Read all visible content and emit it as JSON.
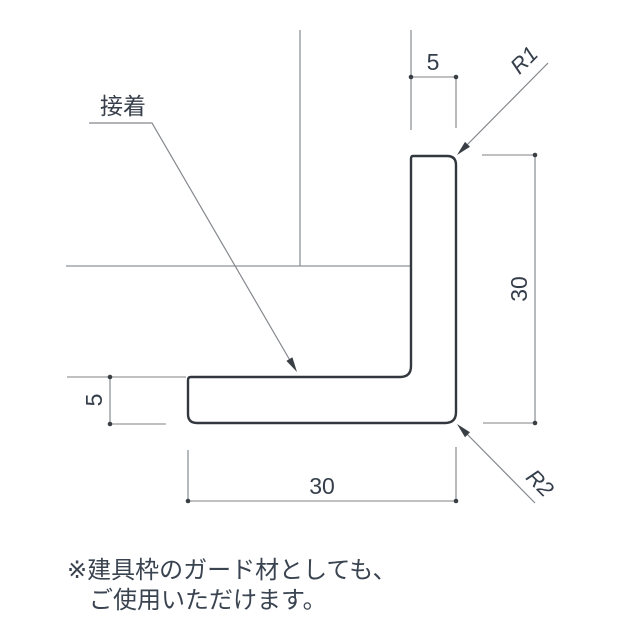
{
  "drawing": {
    "type": "technical-cross-section",
    "subject": "L-shaped corner guard profile (angle material) glued to a door-frame corner",
    "adhesive_label": "接着",
    "dimensions": {
      "top_width": "5",
      "right_height": "30",
      "left_thickness": "5",
      "bottom_width": "30"
    },
    "radius_labels": {
      "top_corner": "R1",
      "bottom_corner": "R2"
    }
  },
  "note": {
    "line1": "※建具枠のガード材としても、",
    "line2": "ご使用いただけます。"
  },
  "colors": {
    "profile": "#33383e",
    "reference": "#8f9398",
    "dimension": "#7c8085",
    "leader": "#84888d",
    "marker": "#3a3f45",
    "text": "#353e4a",
    "note": "#3a4350"
  }
}
